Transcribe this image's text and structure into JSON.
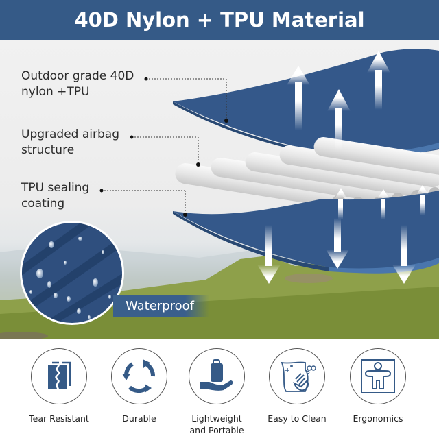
{
  "header": {
    "title": "40D Nylon + TPU Material"
  },
  "layers": [
    {
      "line1": "Outdoor grade 40D",
      "line2": "nylon +TPU"
    },
    {
      "line1": "Upgraded airbag",
      "line2": "structure"
    },
    {
      "line1": "TPU sealing",
      "line2": "coating"
    }
  ],
  "badge": {
    "label": "Waterproof"
  },
  "features": [
    {
      "icon": "tear-resistant-icon",
      "line1": "Tear Resistant",
      "line2": ""
    },
    {
      "icon": "durable-cycle-icon",
      "line1": "Durable",
      "line2": ""
    },
    {
      "icon": "hand-bag-icon",
      "line1": "Lightweight",
      "line2": "and Portable"
    },
    {
      "icon": "cleaning-hand-icon",
      "line1": "Easy to Clean",
      "line2": ""
    },
    {
      "icon": "ergonomics-person-icon",
      "line1": "Ergonomics",
      "line2": ""
    }
  ],
  "colors": {
    "brand_blue": "#355a87",
    "layer_blue": "#34588a",
    "tube_white": "#e8e8e8",
    "grass": "#7c8f3a"
  }
}
